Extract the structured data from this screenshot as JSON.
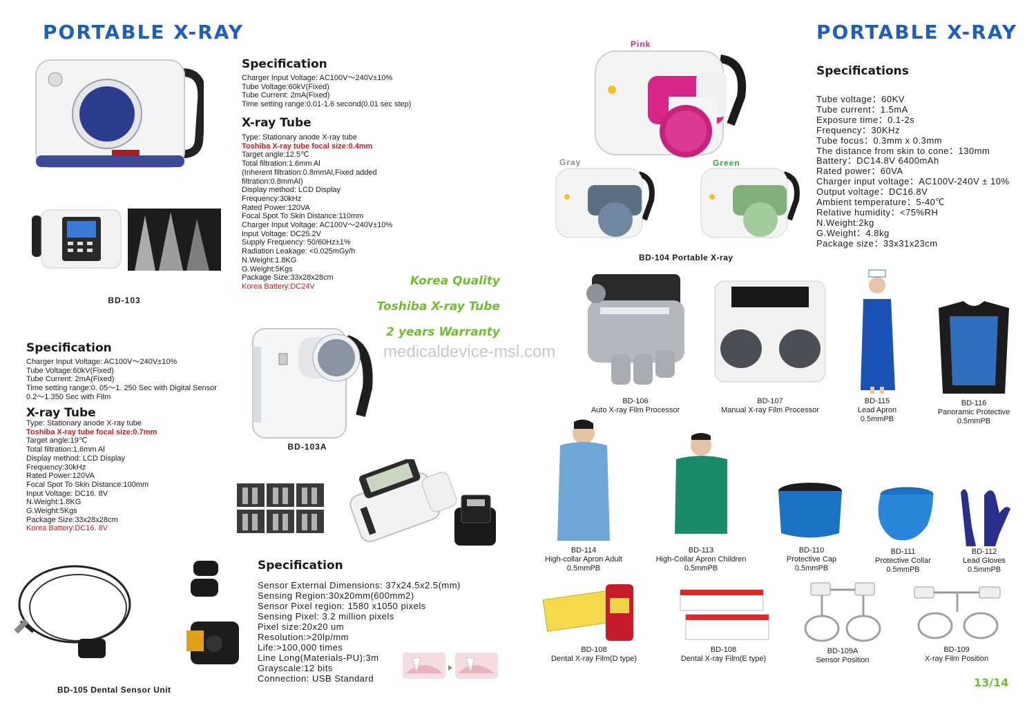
{
  "header": {
    "left_title": "PORTABLE X-RAY",
    "right_title": "PORTABLE X-RAY"
  },
  "bd103": {
    "spec_title": "Specification",
    "spec_lines": [
      "Charger Input Voltage: AC100V～240V±10%",
      "Tube Voltage:60kV(Fixed)",
      "Tube Current: 2mA(Fixed)",
      "Time setting range:0.01-1.6 second(0.01 sec step)"
    ],
    "tube_title": "X-ray Tube",
    "tube_lines": [
      {
        "text": "Type: Stationary anode X-ray tube",
        "style": ""
      },
      {
        "text": "Toshiba X-ray tube focal size:0.4mm",
        "style": "redb"
      },
      {
        "text": "Target angle:12.5℃",
        "style": ""
      },
      {
        "text": "Total filtration:1.6mm Al",
        "style": ""
      },
      {
        "text": "(Inherent filtration:0.8mmAl,Fixed added",
        "style": ""
      },
      {
        "text": "filtration:0.8mmAl)",
        "style": ""
      },
      {
        "text": "Display method: LCD Display",
        "style": ""
      },
      {
        "text": "Frequency:30kHz",
        "style": ""
      },
      {
        "text": "Rated Power:120VA",
        "style": ""
      },
      {
        "text": "Focal Spot To Skin Distance:110mm",
        "style": ""
      },
      {
        "text": "Charger Input Voltage: AC100V～240V±10%",
        "style": ""
      },
      {
        "text": "Input Voltage: DC25.2V",
        "style": ""
      },
      {
        "text": "Supply Frequency: 50/60Hz±1%",
        "style": ""
      },
      {
        "text": "Radiation Leakage: <0.025mGy/h",
        "style": ""
      },
      {
        "text": "N.Weight:1.8KG",
        "style": ""
      },
      {
        "text": "G.Weight:5Kgs",
        "style": ""
      },
      {
        "text": "Package Size:33x28x28cm",
        "style": ""
      },
      {
        "text": "Korea Battery:DC24V",
        "style": "red"
      }
    ],
    "model": "BD-103"
  },
  "slogans": [
    "Korea Quality",
    "Toshiba X-ray Tube",
    "2 years Warranty"
  ],
  "watermark": "medicaldevice-msl.com",
  "bd103a": {
    "spec_title": "Specification",
    "spec_lines": [
      "Charger Input Voltage: AC100V～240V±10%",
      "Tube Voltage:60kV(Fixed)",
      "Tube Current: 2mA(Fixed)",
      "Time setting range:0. 05～1. 250  Sec with Digital Sensor",
      "0.2～1.350 Sec with Film"
    ],
    "tube_title": "X-ray Tube",
    "tube_lines": [
      {
        "text": "Type: Stationary anode X-ray tube",
        "style": ""
      },
      {
        "text": "Toshiba X-ray tube focal size:0.7mm",
        "style": "redb"
      },
      {
        "text": "Target angle:19℃",
        "style": ""
      },
      {
        "text": "Total filtration:1.6mm Al",
        "style": ""
      },
      {
        "text": "Display method: LCD Display",
        "style": ""
      },
      {
        "text": "Frequency:30kHz",
        "style": ""
      },
      {
        "text": "Rated Power:120VA",
        "style": ""
      },
      {
        "text": "Focal Spot To Skin Distance:100mm",
        "style": ""
      },
      {
        "text": "Input Voltage: DC16. 8V",
        "style": ""
      },
      {
        "text": "N.Weight:1.8KG",
        "style": ""
      },
      {
        "text": "G.Weight:5Kgs",
        "style": ""
      },
      {
        "text": "Package Size:33x28x28cm",
        "style": ""
      },
      {
        "text": "Korea Battery:DC16. 8V",
        "style": "red"
      }
    ],
    "model": "BD-103A"
  },
  "bd105": {
    "model": "BD-105",
    "name": "Dental Sensor Unit",
    "spec_title": "Specification",
    "spec_lines": [
      "Sensor External Dimensions: 37x24.5x2.5(mm)",
      "Sensing Region:30x20mm(600mm2)",
      "Sensor Pixel region: 1580 x1050 pixels",
      "Sensing Pixel: 3.2 million pixels",
      "Pixel size:20x20 um",
      "Resolution:>20lp/mm",
      "Life:>100,000 times",
      "Line Long(Materials-PU):3m",
      "Grayscale:12 bits",
      "Connection: USB Standard"
    ]
  },
  "bd104": {
    "colors": [
      {
        "name": "Pink",
        "hex": "#d6268a"
      },
      {
        "name": "Gray",
        "hex": "#8a8f99"
      },
      {
        "name": "Green",
        "hex": "#35a83a"
      }
    ],
    "model": "BD-104",
    "name": "Portable X-ray",
    "spec_title": "Specifications",
    "spec_lines": [
      "Tube voltage：60KV",
      "Tube current：1.5mA",
      "Exposure time：0.1-2s",
      "Frequency：30KHz",
      "Tube focus：0.3mm x 0.3mm",
      "The distance from skin to cone：130mm",
      "Battery：DC14.8V 6400mAh",
      "Rated power：60VA",
      "Charger input voltage：AC100V-240V ± 10%",
      "Output voltage：DC16.8V",
      "Ambient temperature：5-40℃",
      "Relative humidity：<75%RH",
      "N.Weight:2kg",
      "G.Weight：4.8kg",
      "Package size：33x31x23cm"
    ]
  },
  "products": {
    "bd106": {
      "model": "BD-106",
      "lines": [
        "Auto X-ray Film Processor"
      ]
    },
    "bd107": {
      "model": "BD-107",
      "lines": [
        "Manual X-ray Film Processor"
      ]
    },
    "bd115": {
      "model": "BD-115",
      "lines": [
        "Lead Apron",
        "0.5mmPB"
      ]
    },
    "bd116": {
      "model": "BD-116",
      "lines": [
        "Panoramic Protective",
        "0.5mmPB"
      ]
    },
    "bd114": {
      "model": "BD-114",
      "lines": [
        "High-collar Apron Adult",
        "0.5mmPB"
      ]
    },
    "bd113": {
      "model": "BD-113",
      "lines": [
        "High-Collar Apron Children",
        "0.5mmPB"
      ]
    },
    "bd110": {
      "model": "BD-110",
      "lines": [
        "Protective Cap",
        "0.5mmPB"
      ]
    },
    "bd111": {
      "model": "BD-111",
      "lines": [
        "Protective Collar",
        "0.5mmPB"
      ]
    },
    "bd112": {
      "model": "BD-112",
      "lines": [
        "Lead Gloves",
        "0.5mmPB"
      ]
    },
    "bd108d": {
      "model": "BD-108",
      "lines": [
        "Dental X-ray Film(D type)"
      ]
    },
    "bd108e": {
      "model": "BD-108",
      "lines": [
        "Dental X-ray Film(E type)"
      ]
    },
    "bd109a": {
      "model": "BD-109A",
      "lines": [
        "Sensor Position"
      ]
    },
    "bd109": {
      "model": "BD-109",
      "lines": [
        "X-ray Film Position"
      ]
    }
  },
  "page_number": "13/14",
  "accent_colors": {
    "title_blue": "#1f5fb8",
    "slogan_green": "#6fbe2e",
    "spec_red": "#d4161b"
  }
}
